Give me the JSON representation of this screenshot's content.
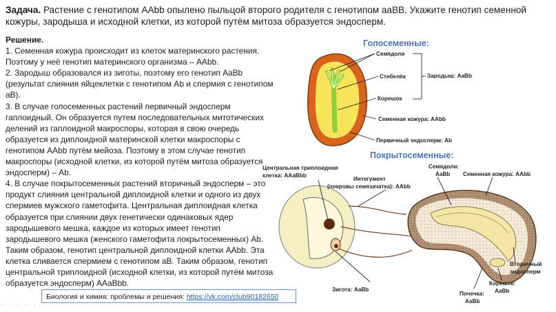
{
  "task": {
    "label": "Задача.",
    "text": "Растение с генотипом AAbb опылено пыльцой второго родителя с генотипом aaBB. Укажите генотип семенной кожуры, зародыша и исходной клетки, из которой путём митоза образуется эндосперм."
  },
  "solution": {
    "heading": "Решение.",
    "paragraphs": [
      "1. Семенная кожура происходит из клеток материнского растения. Поэтому у неё генотип материнского организма – AAbb.",
      "2. Зародыш образовался из зиготы, поэтому его генотип AaBb (результат слияния яйцеклетки с генотипом Ab и спермия с генотипом aB).",
      "3. В случае голосеменных растений первичный эндосперм гаплоидный. Он образуется путем последовательных митотических делений из гаплоидной макроспоры, которая в свою очередь образуется из диплоидной материнской клетки макроспоры с генотипом AAbb путём мейоза. Поэтому в этом случае генотип макроспоры (исходной клетки, из которой путём митоза образуется эндосперм) – Ab.",
      "4. В случае покрытосеменных растений вторичный эндосперм – это продукт слияния  центральной диплоидной клетки и одного из двух спермиев мужского гаметофита. Центральная диплоидная клетка образуется при слиянии двух генетически одинаковых ядер зародышевого мешка, каждое из которых имеет генотип зародышевого мешка (женского гаметофита покрытосеменных) Ab. Таким образом, генотип центральной диплоидной клетки AAbb. Эта клетка сливается спермием с генотипом aB. Таким образом, генотип центральной триплоидной (исходной клетки, из которой путём митоза образуется эндосперм) AAaBbb."
    ]
  },
  "footer": {
    "text": "Биология и химия: проблемы и решения: ",
    "link": "https://vk.com/club90182650"
  },
  "gymno": {
    "heading": "Голосеменные:",
    "cotyledons": "Семядоли",
    "stem": "Стебелёк",
    "root": "Корешок",
    "embryo": "Зародыш: AaBb",
    "seed_coat": "Семенная кожура: AAbb",
    "endosperm": "Первичный эндосперм: Ab"
  },
  "angio": {
    "heading": "Покрытосеменные:",
    "central_cell_1": "Центральная триплоидная",
    "central_cell_2": "клетка: AAaBbb",
    "integument_1": "Интегумент",
    "integument_2": "(покровы семязачатка): AAbb",
    "cotyledons_1": "Семядоли:",
    "cotyledons_2": "AaBb",
    "seed_coat": "Семенная кожура: AAbb",
    "endosperm_1": "Вторичный",
    "endosperm_2": "эндосперм",
    "zygote": "Зигота: AaBb",
    "bud_1": "Почечка:",
    "bud_2": "AaBb",
    "root_1": "Корешок:",
    "root_2": "AaBb"
  }
}
